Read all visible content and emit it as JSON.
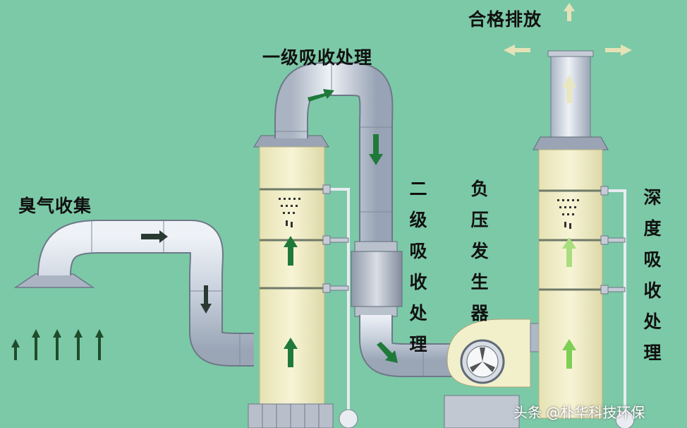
{
  "labels": {
    "odor_collection": "臭气收集",
    "primary_absorption": "一级吸收处理",
    "secondary_absorption": "二级吸收处理",
    "negative_pressure_generator": "负压发生器",
    "deep_absorption": "深度吸收处理",
    "qualified_discharge": "合格排放"
  },
  "watermark": "头条 @朴华科技环保",
  "colors": {
    "background": "#7cc9a7",
    "tower_fill": "#f1eec6",
    "duct_fill": "#d7dde6",
    "arrow_dark": "#1f4d2c",
    "arrow_green": "#2f9a45",
    "arrow_light": "#a9de7e"
  }
}
